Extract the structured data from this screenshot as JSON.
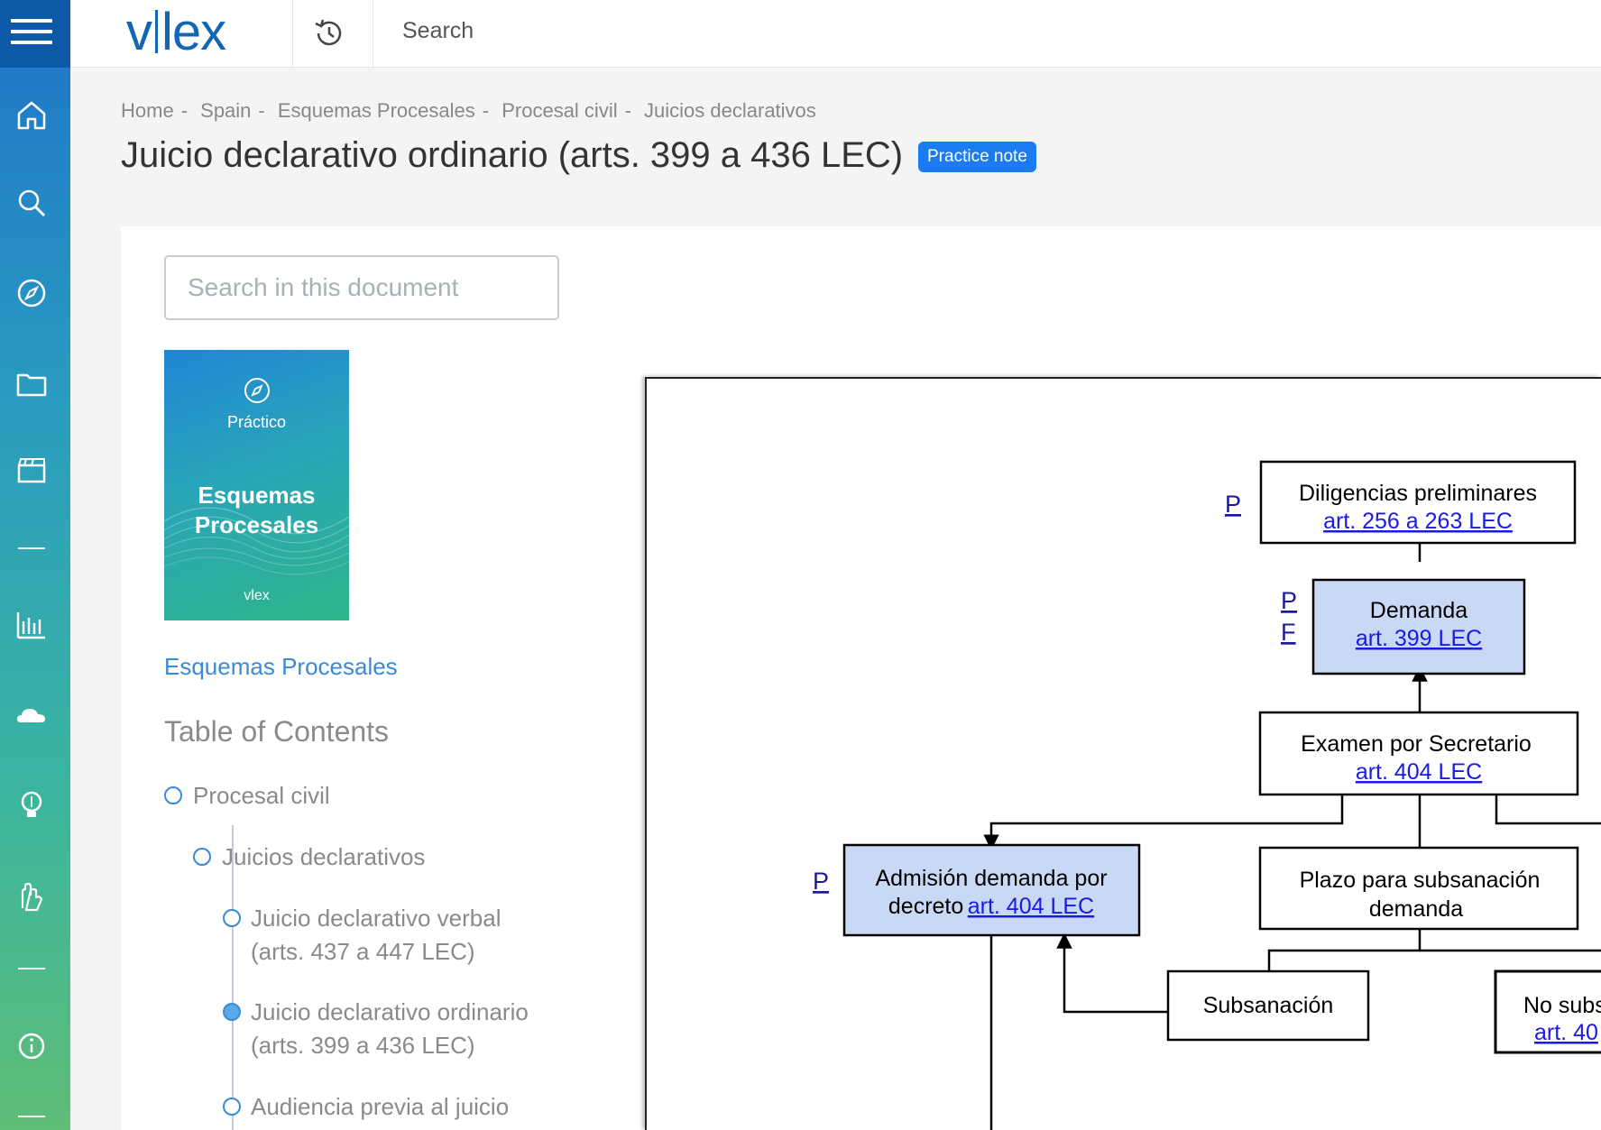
{
  "colors": {
    "brand": "#1266b5",
    "accent": "#1a7cf0",
    "link": "#3a8ad8",
    "diagram_highlight": "#c9d9f5"
  },
  "rail": {
    "icons": [
      "menu-icon",
      "home-icon",
      "search-icon",
      "compass-icon",
      "folder-icon",
      "clapperboard-icon",
      "bar-chart-icon",
      "cloud-icon",
      "lightbulb-icon",
      "hand-icon",
      "info-icon"
    ]
  },
  "header": {
    "logo": "vlex",
    "search_placeholder": "Search",
    "history_icon": "history-icon"
  },
  "breadcrumb": [
    "Home",
    "Spain",
    "Esquemas Procesales",
    "Procesal civil",
    "Juicios declarativos"
  ],
  "breadcrumb_sep": "-",
  "page": {
    "title": "Juicio declarativo ordinario (arts. 399 a 436 LEC)",
    "badge": "Practice note"
  },
  "sidebar": {
    "search_placeholder": "Search in this document",
    "cover": {
      "kicker": "Práctico",
      "title_line1": "Esquemas",
      "title_line2": "Procesales",
      "logo": "vlex"
    },
    "collection_link": "Esquemas Procesales",
    "toc_title": "Table of Contents",
    "toc": [
      {
        "label": "Procesal civil"
      },
      {
        "label": "Juicios declarativos"
      },
      {
        "label_line1": "Juicio declarativo verbal",
        "label_line2": "(arts. 437 a 447 LEC)"
      },
      {
        "label_line1": "Juicio declarativo ordinario",
        "label_line2": "(arts. 399 a 436 LEC)",
        "active": true
      },
      {
        "label": "Audiencia previa al juicio"
      }
    ]
  },
  "diagram": {
    "boxes": {
      "diligencias": {
        "text": "Diligencias preliminares",
        "link": "art. 256 a 263 LEC",
        "side": "P"
      },
      "demanda": {
        "text": "Demanda",
        "link": "art. 399 LEC",
        "side1": "P",
        "side2": "F"
      },
      "examen": {
        "text": "Examen por Secretario",
        "link": "art. 404 LEC"
      },
      "admision": {
        "text_line1": "Admisión demanda por",
        "text_line2": "decreto",
        "link": "art. 404 LEC",
        "side": "P"
      },
      "plazo": {
        "text_line1": "Plazo para subsanación",
        "text_line2": "demanda"
      },
      "subsanacion": {
        "text": "Subsanación"
      },
      "no_subs": {
        "text": "No subs",
        "link": "art. 40"
      }
    }
  }
}
